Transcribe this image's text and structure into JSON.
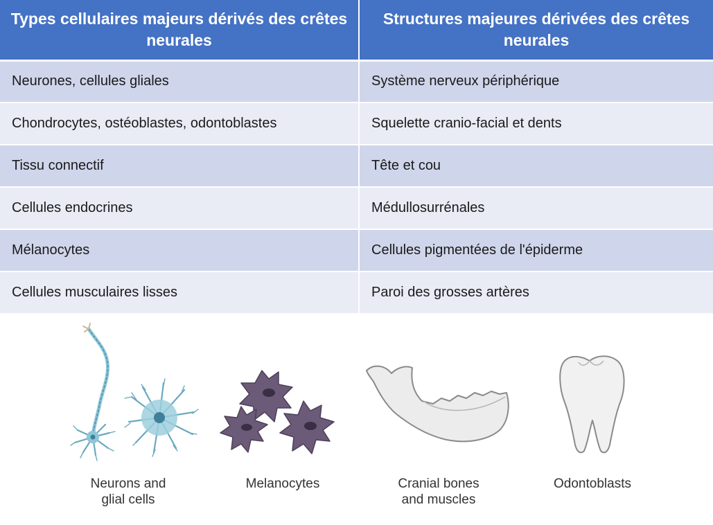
{
  "table": {
    "headers": [
      "Types cellulaires majeurs dérivés des crêtes neurales",
      "Structures majeures dérivées des crêtes neurales"
    ],
    "rows": [
      [
        "Neurones, cellules gliales",
        "Système nerveux périphérique"
      ],
      [
        "Chondrocytes, ostéoblastes, odontoblastes",
        "Squelette cranio-facial et dents"
      ],
      [
        "Tissu connectif",
        "Tête et cou"
      ],
      [
        "Cellules endocrines",
        "Médullosurrénales"
      ],
      [
        "Mélanocytes",
        "Cellules pigmentées de l'épiderme"
      ],
      [
        "Cellules musculaires lisses",
        "Paroi des grosses artères"
      ]
    ]
  },
  "figures": {
    "neurons_caption": "Neurons and\nglial cells",
    "melanocytes_caption": "Melanocytes",
    "cranial_caption": "Cranial bones\nand muscles",
    "odontoblasts_caption": "Odontoblasts"
  },
  "colors": {
    "header_bg": "#4472c4",
    "row_odd": "#cfd5ea",
    "row_even": "#e9ebf5",
    "neuron_blue": "#7fbcd0",
    "melanocyte_purple": "#6b5a78",
    "bone": "#ececec"
  }
}
